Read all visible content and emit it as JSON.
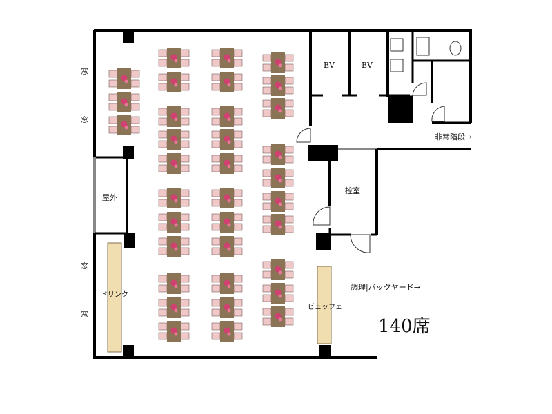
{
  "labels": {
    "window": "窓",
    "ev": "EV",
    "outdoor": "屋外",
    "emergency_stairs": "非常階段→",
    "waiting_room": "控室",
    "drink": "ドリンク",
    "buffet": "ビュッフェ",
    "kitchen_backyard": "調理|バックヤード→",
    "seat_count": "140席"
  },
  "colors": {
    "wall": "#000000",
    "thin_wall": "#888888",
    "table": "#8b7355",
    "chair": "#f0c8c8",
    "chair_stroke": "#7a5a5a",
    "flower": "#d04070",
    "counter": "#f0ddb0",
    "counter_stroke": "#807050"
  },
  "tables": {
    "seats_per_table": 4,
    "table_count": 35,
    "chairs_per_table": 4
  }
}
